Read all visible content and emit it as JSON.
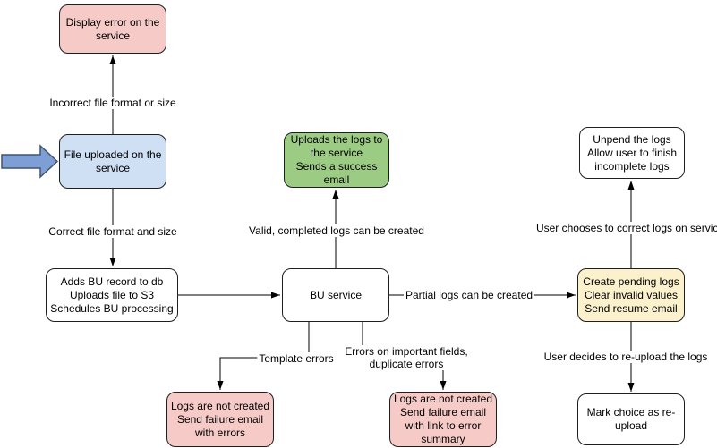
{
  "colors": {
    "background": "#ffffff",
    "node_pink_fill": "#f6cac7",
    "node_blue_fill": "#cfdff4",
    "node_green_fill": "#9ccc84",
    "node_yellow_fill": "#fbf1cd",
    "node_white_fill": "#ffffff",
    "node_stroke": "#1f1f1f",
    "edge_stroke": "#000000",
    "input_arrow_fill": "#7e9ed6",
    "input_arrow_stroke": "#44546a"
  },
  "icons": {
    "input_arrow": "thick-right-arrow"
  },
  "diagram": {
    "nodes": {
      "display_error": {
        "label": "Display error on the\nservice"
      },
      "file_uploaded": {
        "label": "File uploaded on the\nservice"
      },
      "adds_bu": {
        "label": "Adds BU record to db\nUploads file to S3\nSchedules BU processing"
      },
      "bu_service": {
        "label": "BU service"
      },
      "uploads_logs": {
        "label": "Uploads the logs to\nthe service\nSends a success\nemail"
      },
      "logs_failure_errors": {
        "label": "Logs are not created\nSend failure email\nwith errors"
      },
      "logs_failure_summary": {
        "label": "Logs are not created\nSend failure email\nwith link to error\nsummary"
      },
      "create_pending": {
        "label": "Create pending logs\nClear invalid values\nSend resume email"
      },
      "unpend": {
        "label": "Unpend the logs\nAllow user to finish\nincomplete logs"
      },
      "mark_choice": {
        "label": "Mark choice as re-\nupload"
      }
    },
    "edge_labels": {
      "incorrect": "Incorrect file format or size",
      "correct": "Correct file format and size",
      "valid": "Valid, completed logs can be created",
      "partial": "Partial logs can be created",
      "template": "Template errors",
      "errors_fields": "Errors on important fields,\nduplicate errors",
      "user_chooses": "User chooses to correct logs on service",
      "user_decides": "User decides to re-upload the logs"
    }
  }
}
